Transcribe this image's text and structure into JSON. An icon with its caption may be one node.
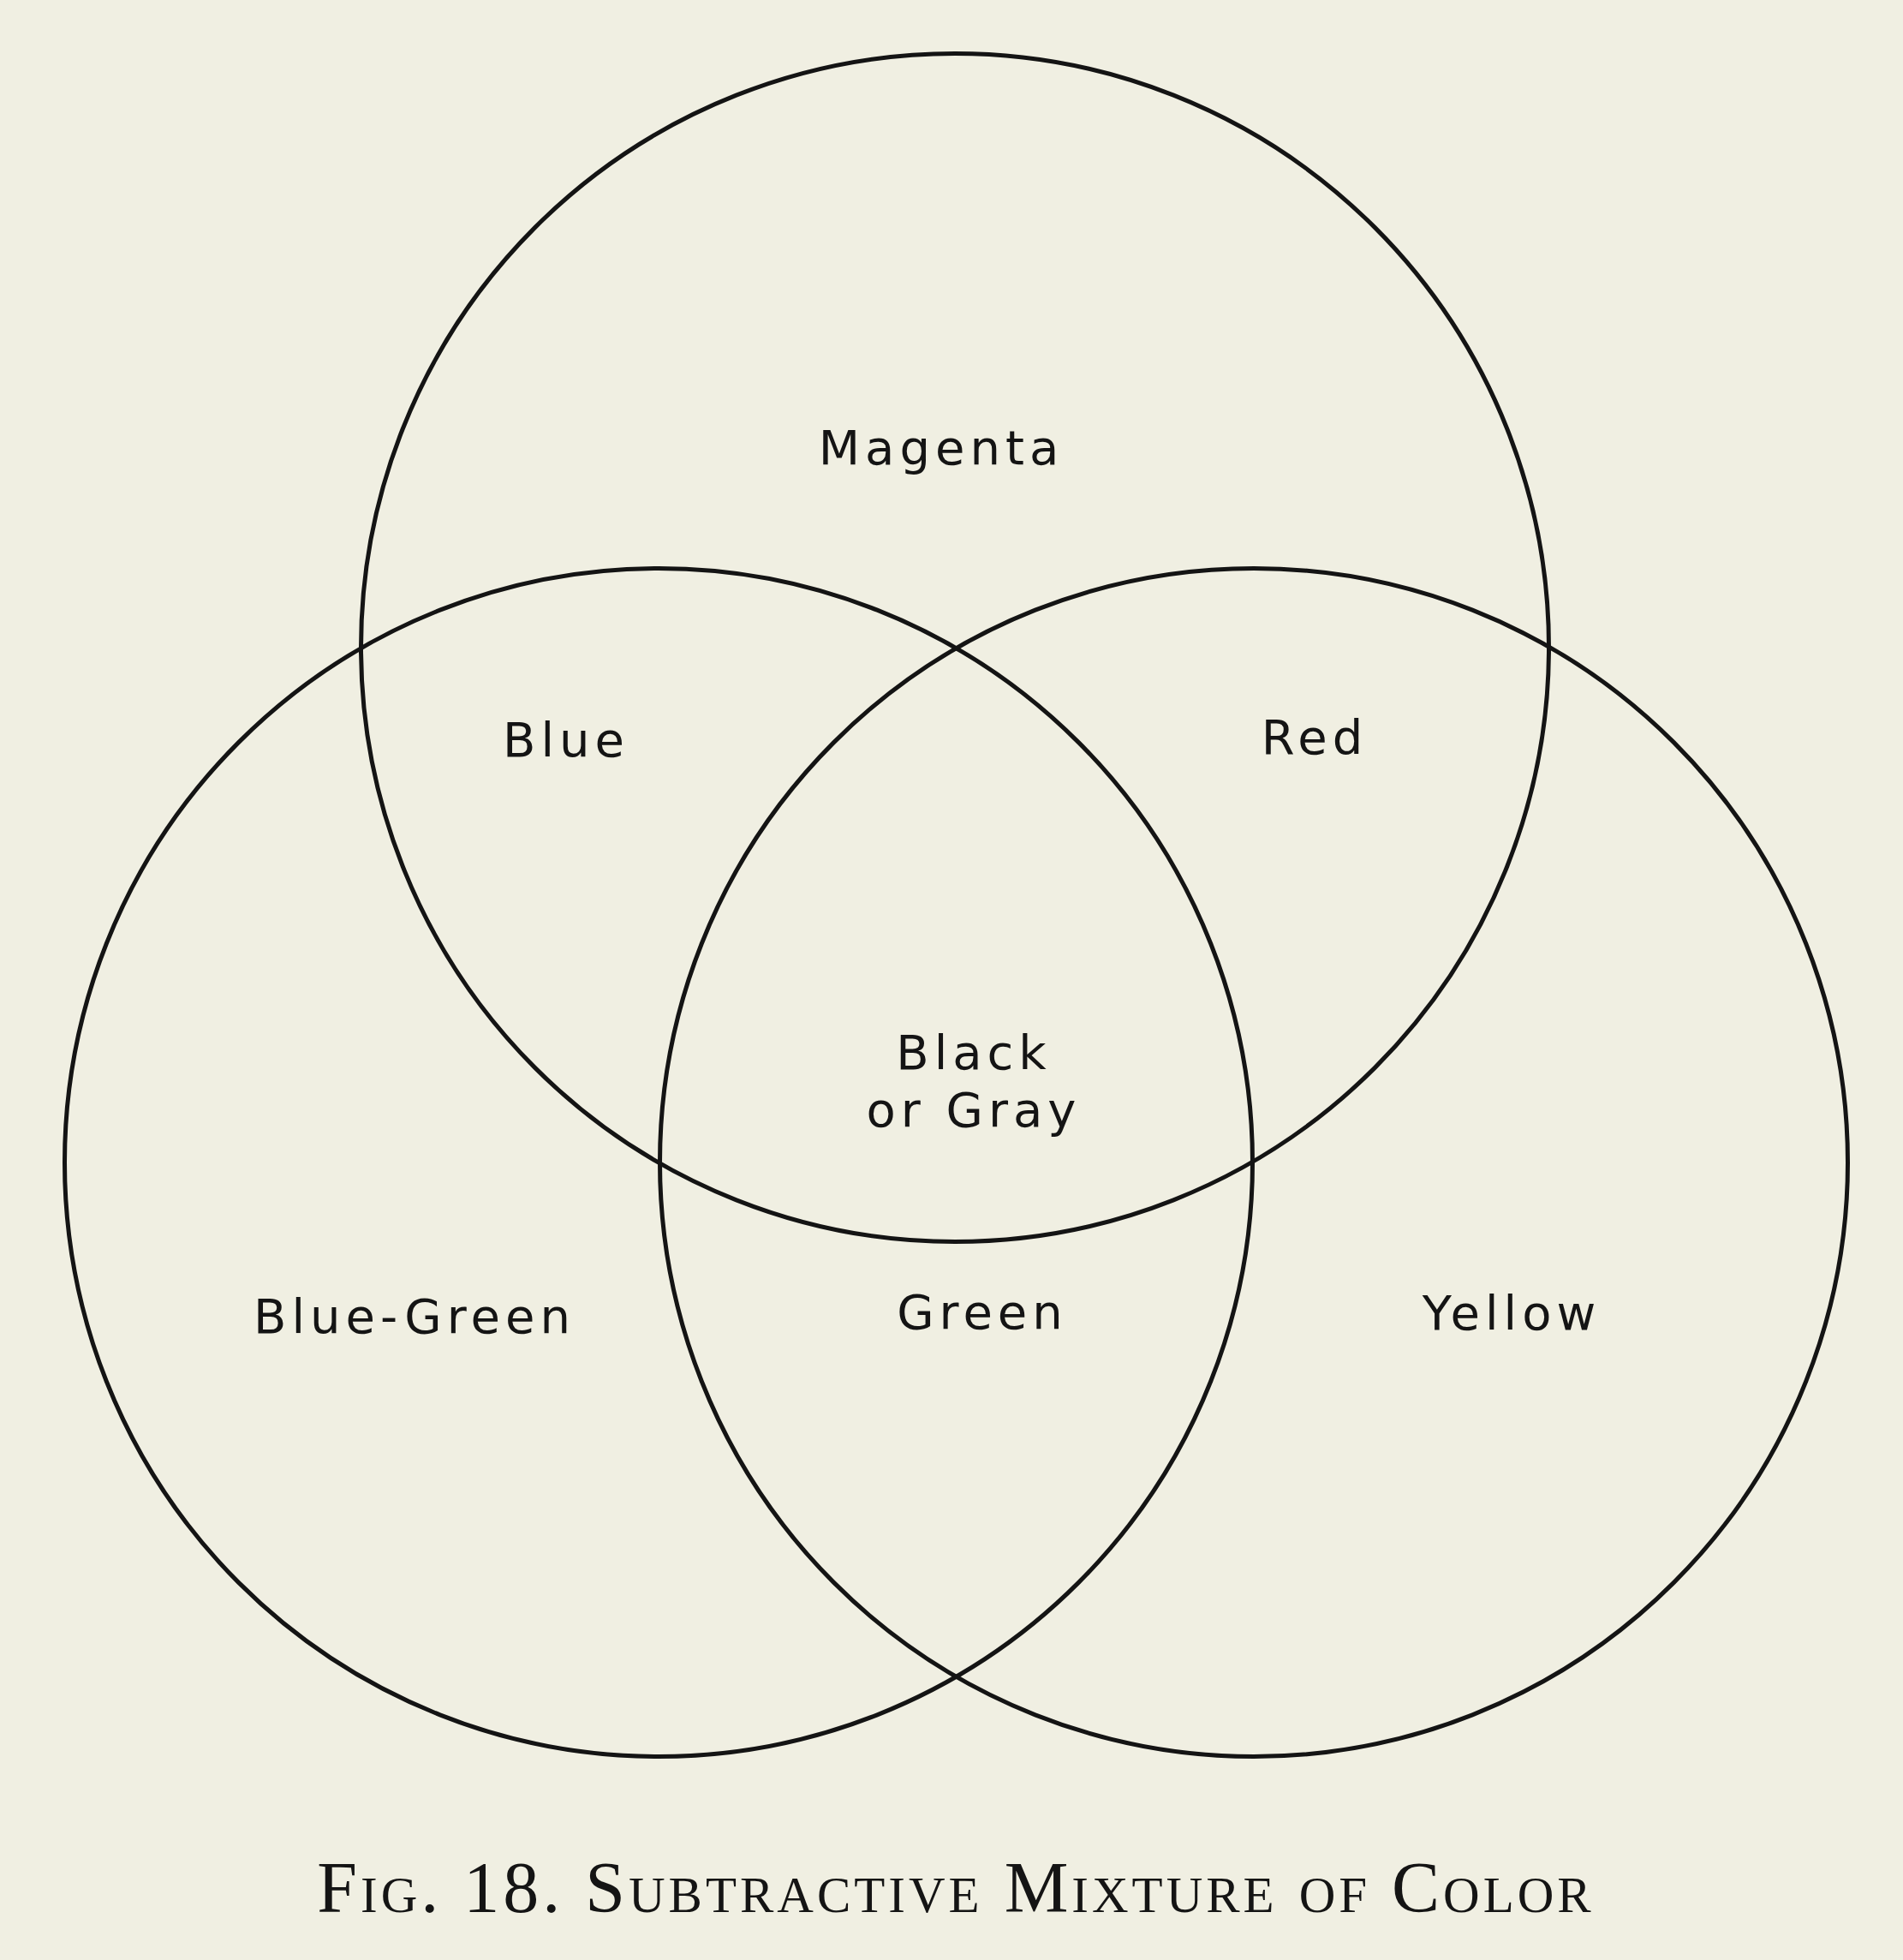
{
  "diagram": {
    "caption": "Fig. 18. Subtractive Mixture of Color",
    "nodes": [
      {
        "text": [
          "Magenta"
        ]
      },
      {
        "text": [
          "Blue-Green"
        ]
      },
      {
        "text": [
          "Yellow"
        ]
      }
    ],
    "labels": [
      "Blue",
      "Red",
      "Black or Gray",
      "Green"
    ]
  }
}
